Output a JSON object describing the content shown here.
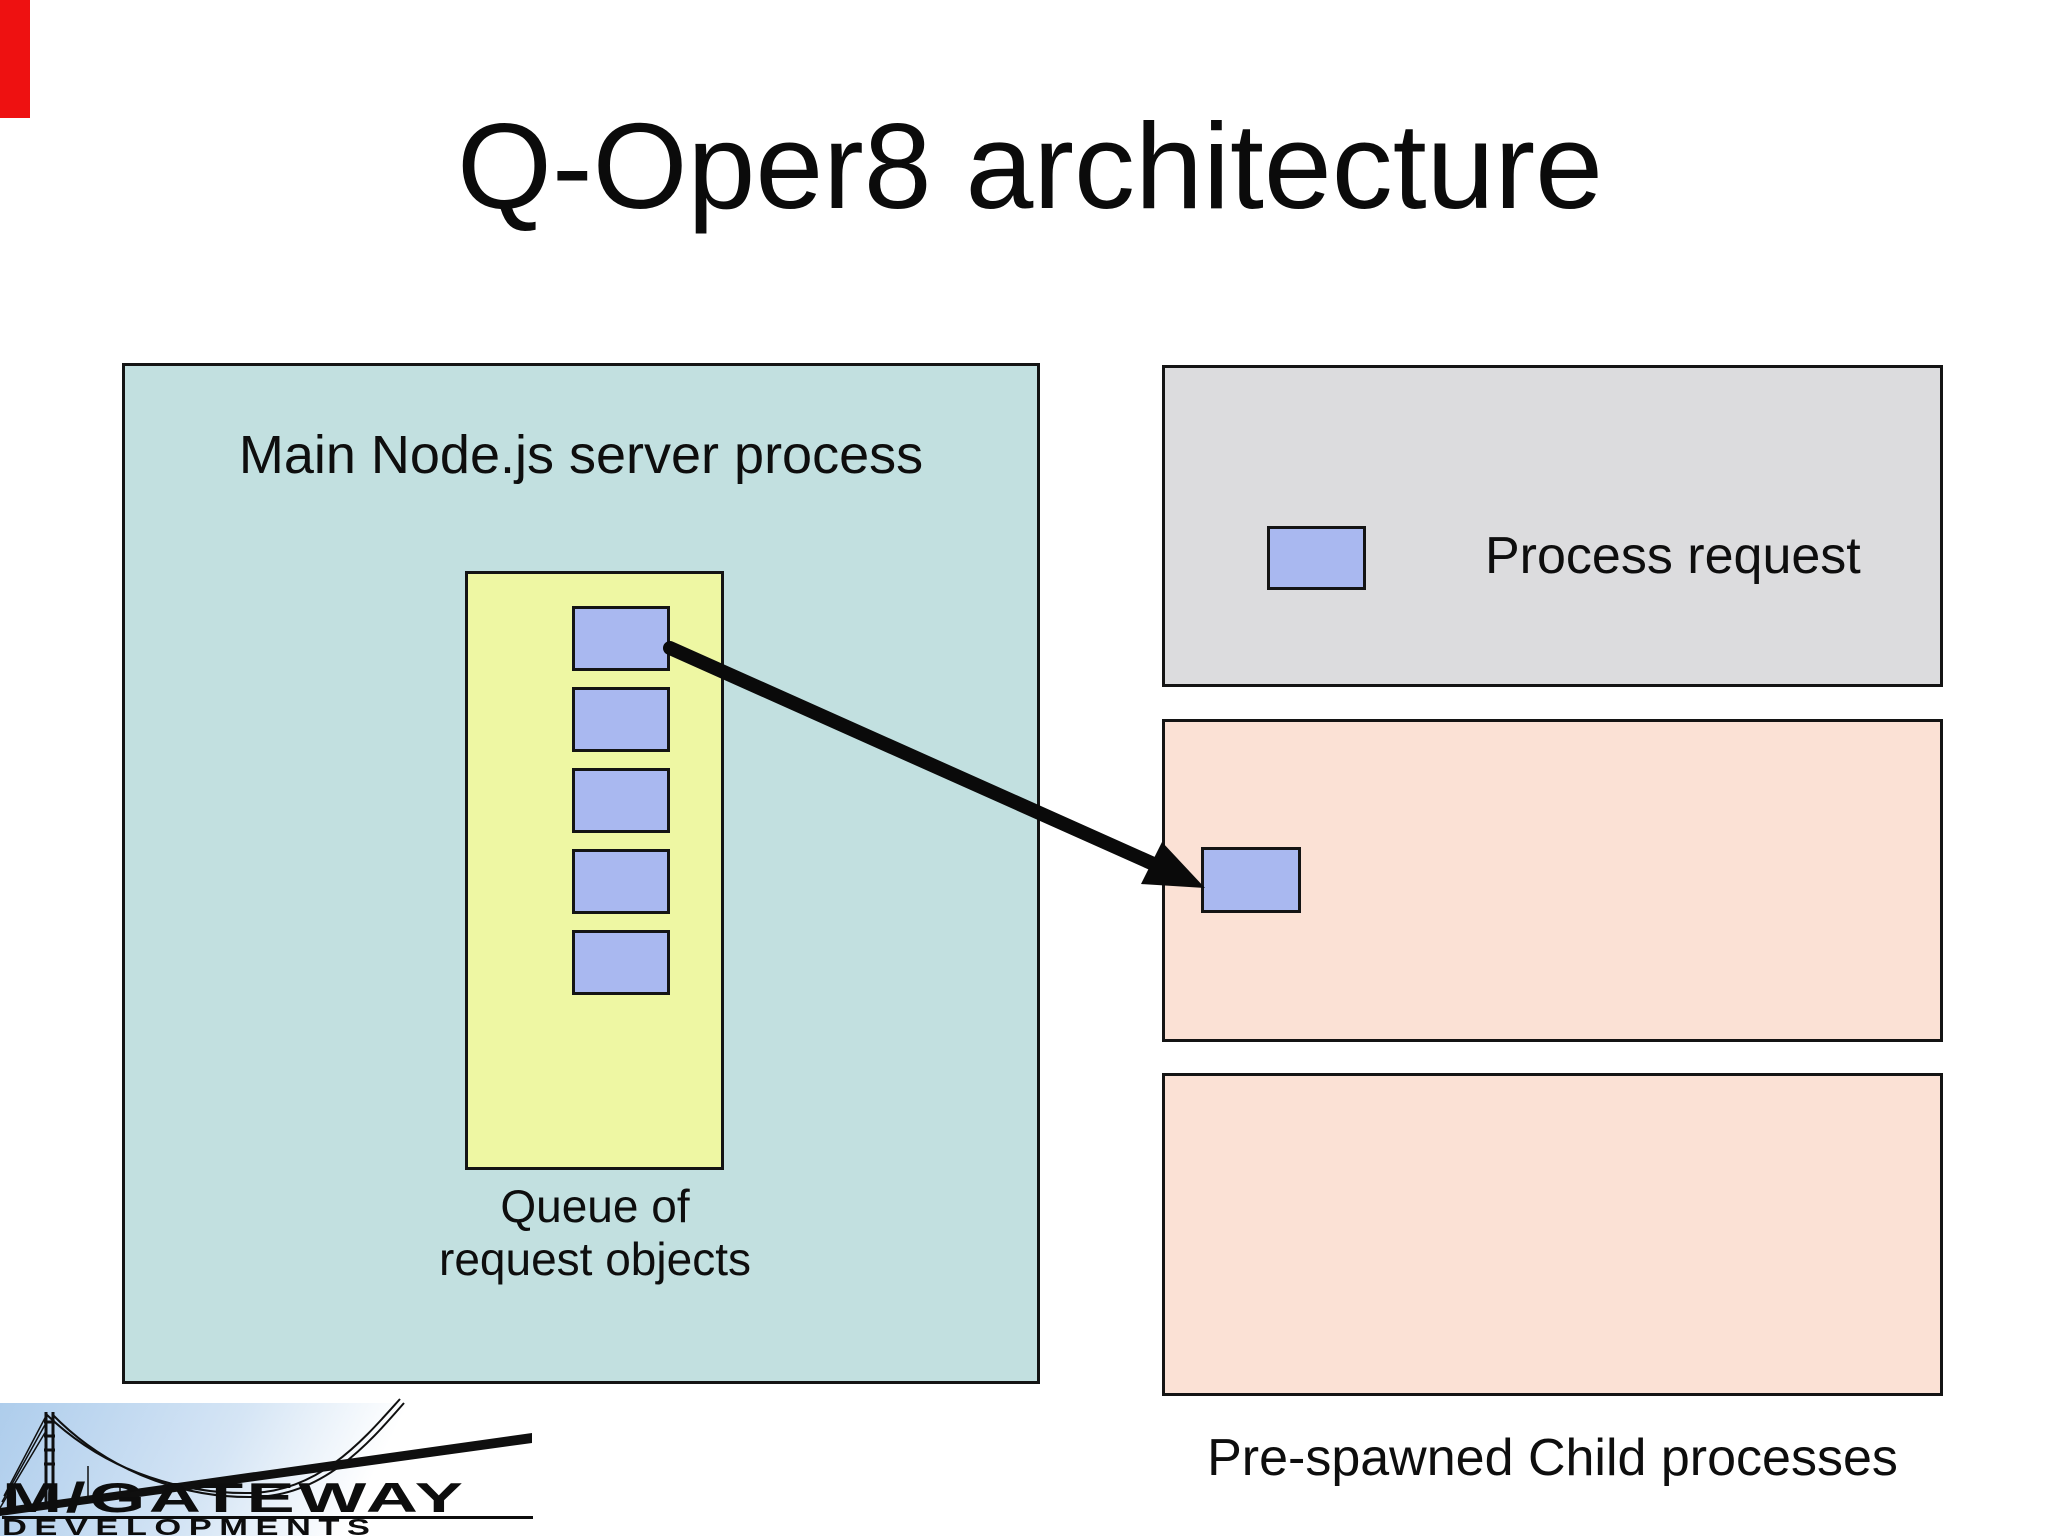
{
  "slide": {
    "title": "Q-Oper8 architecture"
  },
  "marker": {
    "description": "red progress marker strip, top-left edge"
  },
  "main_box": {
    "label": "Main Node.js server process"
  },
  "queue": {
    "label_line1": "Queue of",
    "label_line2": "request objects",
    "count": 5
  },
  "legend_box": {
    "label": "Process request"
  },
  "child_boxes": {
    "caption": "Pre-spawned Child processes"
  },
  "logo": {
    "line1": "M/GATEWAY",
    "line2": "DEVELOPMENTS"
  },
  "colors": {
    "marker-red": "#ee1111",
    "teal": "#c2e0e0",
    "yellow": "#eef7a3",
    "periwinkle": "#a9b8f0",
    "gray": "#dcdcde",
    "peach": "#fbe1d5",
    "arrow-black": "#0a0a0a"
  }
}
